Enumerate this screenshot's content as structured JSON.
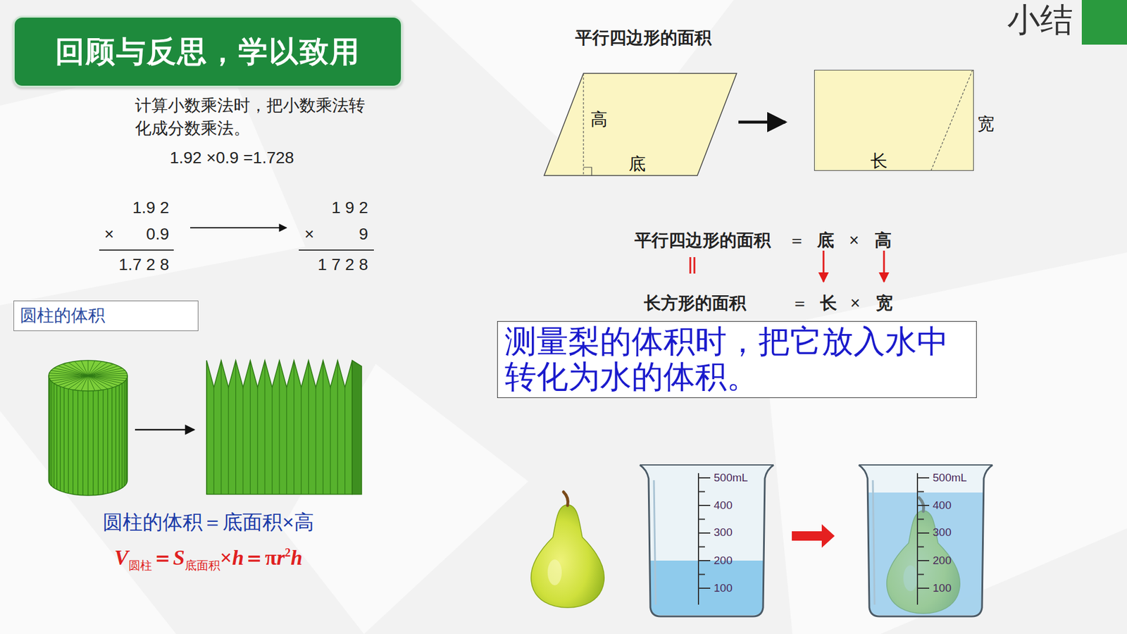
{
  "diagram": {
    "nodes": [
      {
        "text": [
          "回顾与反思，学以致用"
        ]
      },
      {
        "text": [
          "圆柱的体积"
        ]
      },
      {
        "text": [
          "高",
          "底"
        ]
      },
      {
        "text": [
          "宽",
          "长"
        ]
      },
      {
        "text": [
          "测量梨的体积时，把它放入水中转化为水的体积。"
        ]
      }
    ],
    "labels": [
      "小结",
      "计算小数乘法时，把小数乘法转化成分数乘法。",
      "1.92 ×0.9 =1.728",
      "1.9 2",
      "×",
      "0.9",
      "1.7 2 8",
      "1 9 2",
      "×",
      "9",
      "1 7 2 8",
      "圆柱的体积＝底面积×高",
      "V",
      "圆柱",
      "＝",
      "S",
      "底面积",
      "×",
      "h",
      "＝",
      "π",
      "r",
      "2",
      "h",
      "平行四边形的面积",
      "平行四边形的面积",
      "＝",
      "底",
      "×",
      "高",
      "长方形的面积",
      "＝",
      "长",
      "×",
      "宽",
      "500mL",
      "400",
      "300",
      "200",
      "100",
      "500mL",
      "400",
      "300",
      "200",
      "100"
    ]
  }
}
